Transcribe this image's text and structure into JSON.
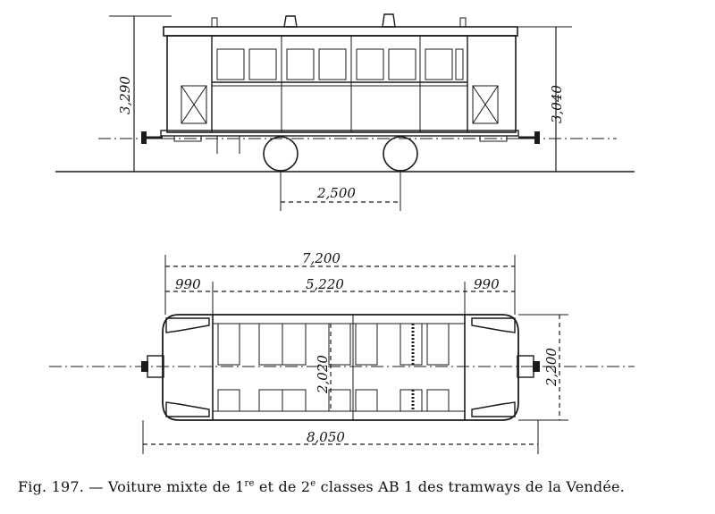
{
  "dimensions": {
    "side_height_left": "3,290",
    "side_height_right": "3,040",
    "wheelbase": "2,500",
    "overall_length": "7,200",
    "end_left": "990",
    "body_length": "5,220",
    "end_right": "990",
    "inner_width": "2,020",
    "outer_width": "2,200",
    "total_length": "8,050"
  },
  "caption": {
    "fig": "Fig. 197. — Voiture mixte de 1",
    "sup1": "re",
    "mid": " et de 2",
    "sup2": "e",
    "rest": " classes AB 1 des tramways de la Vendée."
  }
}
